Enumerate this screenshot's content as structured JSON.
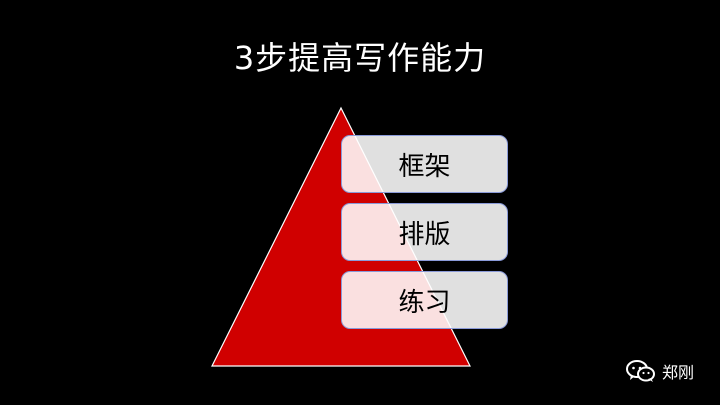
{
  "slide": {
    "title": "3步提高写作能力",
    "steps": [
      "框架",
      "排版",
      "练习"
    ],
    "watermark": {
      "icon": "wechat-icon",
      "author": "郑刚"
    }
  },
  "colors": {
    "background": "#000000",
    "pyramid_fill": "#d00000",
    "box_fill": "#e6e6e6",
    "box_border": "#8a9ad8",
    "text_light": "#ffffff",
    "text_dark": "#000000"
  }
}
